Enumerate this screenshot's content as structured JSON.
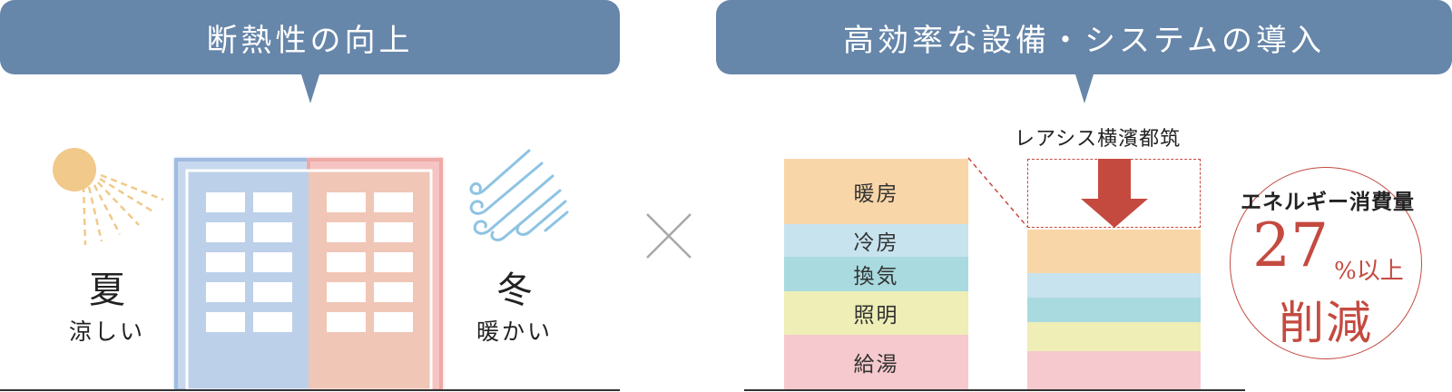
{
  "left_panel": {
    "banner": "断熱性の向上",
    "summer": {
      "big": "夏",
      "small": "涼しい"
    },
    "winter": {
      "big": "冬",
      "small": "暖かい"
    }
  },
  "right_panel": {
    "banner": "高効率な設備・システムの導入",
    "building_name": "レアシス横濱都筑",
    "categories": [
      "暖房",
      "冷房",
      "換気",
      "照明",
      "給湯"
    ],
    "colors": {
      "暖房": "#f9d6a8",
      "冷房": "#c7e3ee",
      "換気": "#a9dadf",
      "照明": "#eeeeb6",
      "給湯": "#f5c9cd"
    },
    "reduction": {
      "label": "エネルギー消費量",
      "number": "27",
      "unit": "%以上",
      "word": "削減"
    }
  },
  "accent_colors": {
    "banner": "#6686aa",
    "reduction": "#c44a40",
    "cool_window": "#bdd0ea",
    "warm_window": "#f0c6b6"
  }
}
